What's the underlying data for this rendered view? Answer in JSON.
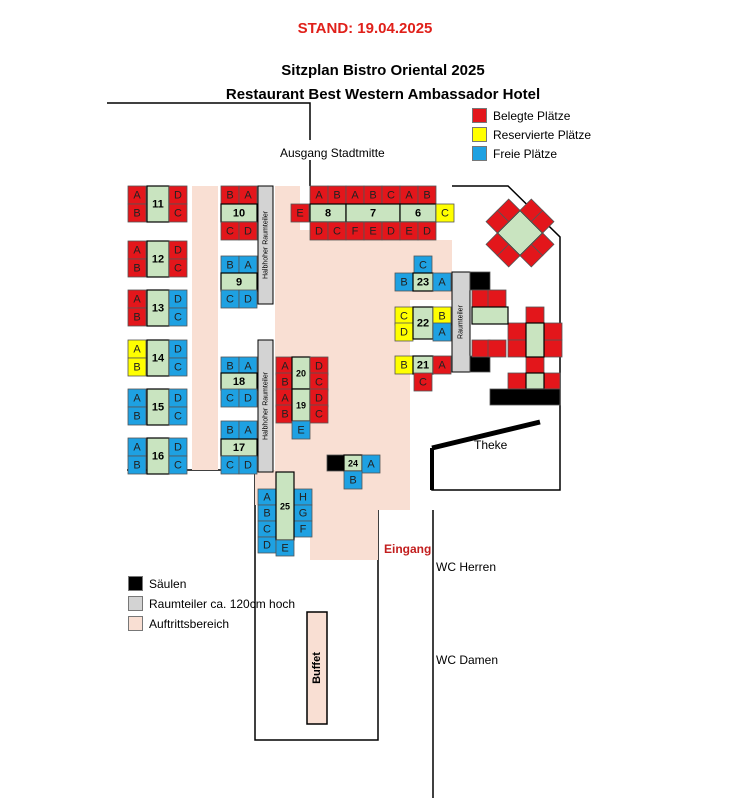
{
  "header": {
    "stand": "STAND: 19.04.2025",
    "title_line1": "Sitzplan Bistro Oriental 2025",
    "title_line2": "Restaurant Best Western Ambassador Hotel"
  },
  "legend_top": [
    {
      "label": "Belegte Plätze",
      "color": "#e3161b"
    },
    {
      "label": "Reservierte Plätze",
      "color": "#ffff00"
    },
    {
      "label": "Freie Plätze",
      "color": "#1ea1e2"
    }
  ],
  "legend_bottom": [
    {
      "label": "Säulen",
      "color": "#000000"
    },
    {
      "label": "Raumteiler ca. 120cm hoch",
      "color": "#d3d3d3"
    },
    {
      "label": "Auftrittsbereich",
      "color": "#f9dfd3"
    }
  ],
  "labels": {
    "ausgang": "Ausgang Stadtmitte",
    "theke": "Theke",
    "eingang": "Eingang",
    "wc_herren": "WC Herren",
    "wc_damen": "WC Damen",
    "buffet": "Buffet",
    "raumteiler": "Raumteiler",
    "halbhoher1": "Halbhoher Raumteiler",
    "halbhoher2": "Halbhoher Raumteiler"
  },
  "colors": {
    "occupied": "#e3161b",
    "reserved": "#ffff00",
    "free": "#1ea1e2",
    "divider": "#d3d3d3",
    "stage": "#f9dfd3",
    "table": "#c9e4c0",
    "pillar": "#000000"
  },
  "tables": [
    {
      "number": "11"
    },
    {
      "number": "12"
    },
    {
      "number": "13"
    },
    {
      "number": "14"
    },
    {
      "number": "15"
    },
    {
      "number": "16"
    },
    {
      "number": "10"
    },
    {
      "number": "9"
    },
    {
      "number": "18"
    },
    {
      "number": "17"
    },
    {
      "number": "20"
    },
    {
      "number": "19"
    },
    {
      "number": "8"
    },
    {
      "number": "7"
    },
    {
      "number": "6"
    },
    {
      "number": "23"
    },
    {
      "number": "22"
    },
    {
      "number": "21"
    },
    {
      "number": "24"
    },
    {
      "number": "25"
    }
  ]
}
